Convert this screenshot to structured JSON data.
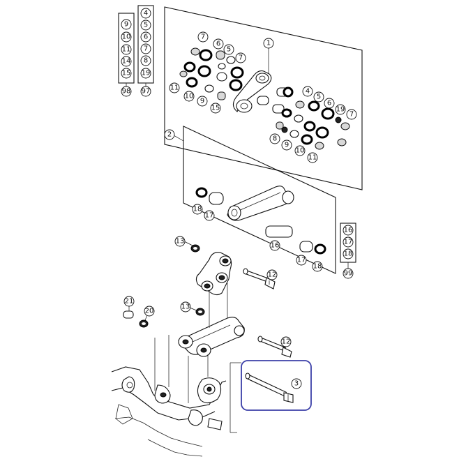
{
  "diagram": {
    "stack_left": {
      "labels": [
        "9",
        "10",
        "11",
        "14",
        "15"
      ],
      "group": "98"
    },
    "stack_mid": {
      "labels": [
        "4",
        "5",
        "6",
        "7",
        "8",
        "19"
      ],
      "group": "97"
    },
    "stack_right": {
      "labels": [
        "16",
        "17",
        "18"
      ],
      "group": "99"
    },
    "kit1": {
      "label": "1",
      "callouts": [
        "7",
        "6",
        "5",
        "11",
        "10",
        "9",
        "15",
        "7",
        "4",
        "5",
        "6",
        "19",
        "7",
        "8",
        "9",
        "10",
        "11"
      ]
    },
    "kit2": {
      "label": "2",
      "callouts": [
        "18",
        "17",
        "16",
        "17",
        "18"
      ]
    },
    "lower": {
      "callouts": [
        "13",
        "12",
        "13",
        "12",
        "21",
        "20"
      ]
    },
    "highlight": {
      "label": "3"
    },
    "colors": {
      "highlight": "#3b3fa8",
      "line": "#111111"
    }
  }
}
